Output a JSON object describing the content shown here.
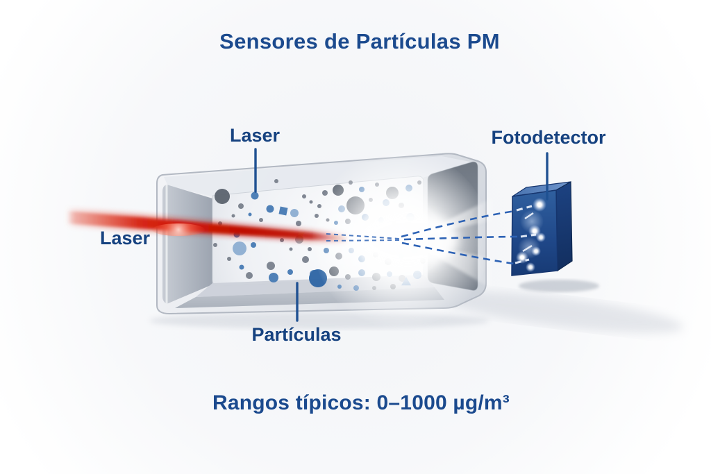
{
  "title": "Sensores de Partículas PM",
  "labels": {
    "laser_top": "Laser",
    "laser_left": "Laser",
    "photodetector": "Fotodetector",
    "particles": "Partículas"
  },
  "footer": {
    "range_text": "Rangos típicos: 0–1000 µg/m³"
  },
  "diagram": {
    "colors": {
      "text_primary": "#1b4a8e",
      "label_text": "#164280",
      "pointer_line": "#1f5192",
      "laser_red": "#d01708",
      "scatter_dash_blue": "#2e63b5",
      "detector_front_blue": "#24509a",
      "chamber_shell_gray": "#d8dce3",
      "chamber_end_panel_gray": "#7b838e",
      "background": "#ffffff"
    },
    "particle_colors": {
      "g": "#7b828e",
      "G": "#5d6570",
      "b": "#497cb5",
      "B": "#2f66a5",
      "l": "#8fafd2",
      "t": "#9fa6b0"
    },
    "particles": [
      [
        320,
        283,
        11,
        "G"
      ],
      [
        367,
        282,
        5.5,
        "b"
      ],
      [
        398,
        261,
        3,
        "g"
      ],
      [
        347,
        297,
        4,
        "g"
      ],
      [
        389,
        301,
        5.5,
        "b"
      ],
      [
        424,
        307,
        6,
        "l"
      ],
      [
        408,
        304,
        5.5,
        "b",
        "sq"
      ],
      [
        438,
        283,
        3,
        "g"
      ],
      [
        468,
        278,
        4,
        "g"
      ],
      [
        487,
        274,
        8,
        "G"
      ],
      [
        505,
        263,
        3,
        "g"
      ],
      [
        521,
        273,
        4,
        "b"
      ],
      [
        543,
        266,
        3,
        "g"
      ],
      [
        565,
        278,
        9,
        "G"
      ],
      [
        589,
        271,
        5,
        "b"
      ],
      [
        604,
        263,
        3,
        "g"
      ],
      [
        556,
        292,
        5,
        "b"
      ],
      [
        578,
        296,
        4,
        "g"
      ],
      [
        534,
        288,
        3,
        "g"
      ],
      [
        512,
        296,
        13,
        "G"
      ],
      [
        492,
        301,
        5,
        "l"
      ],
      [
        460,
        297,
        3,
        "g"
      ],
      [
        448,
        291,
        2.5,
        "g"
      ],
      [
        430,
        322,
        4,
        "g"
      ],
      [
        456,
        311,
        3,
        "g"
      ],
      [
        472,
        317,
        2.5,
        "g"
      ],
      [
        484,
        321,
        3,
        "b"
      ],
      [
        501,
        319,
        4,
        "g"
      ],
      [
        526,
        313,
        5,
        "b"
      ],
      [
        549,
        317,
        4,
        "l"
      ],
      [
        567,
        321,
        3,
        "g"
      ],
      [
        591,
        313,
        6,
        "b"
      ],
      [
        606,
        331,
        4,
        "b"
      ],
      [
        317,
        322,
        3,
        "g"
      ],
      [
        341,
        338,
        4.5,
        "b"
      ],
      [
        310,
        353,
        3,
        "g"
      ],
      [
        345,
        358,
        10,
        "l"
      ],
      [
        365,
        353,
        4,
        "b"
      ],
      [
        330,
        373,
        3,
        "g"
      ],
      [
        348,
        385,
        3.5,
        "b"
      ],
      [
        359,
        397,
        5,
        "g"
      ],
      [
        390,
        383,
        6,
        "g"
      ],
      [
        394,
        400,
        7,
        "b"
      ],
      [
        418,
        392,
        4,
        "b"
      ],
      [
        440,
        374,
        5,
        "g"
      ],
      [
        452,
        395,
        6,
        "b"
      ],
      [
        431,
        345,
        6,
        "t"
      ],
      [
        446,
        359,
        3,
        "g"
      ],
      [
        470,
        361,
        4,
        "b"
      ],
      [
        488,
        369,
        5,
        "g"
      ],
      [
        506,
        361,
        4,
        "l"
      ],
      [
        521,
        373,
        5,
        "b"
      ],
      [
        541,
        367,
        4,
        "g"
      ],
      [
        559,
        377,
        5,
        "g"
      ],
      [
        578,
        369,
        4,
        "b"
      ],
      [
        597,
        361,
        5,
        "b"
      ],
      [
        609,
        376,
        4,
        "g"
      ],
      [
        481,
        391,
        7,
        "G"
      ],
      [
        458,
        401,
        13,
        "B"
      ],
      [
        501,
        399,
        4,
        "g"
      ],
      [
        521,
        393,
        5,
        "b"
      ],
      [
        542,
        399,
        6,
        "G"
      ],
      [
        561,
        395,
        4,
        "b"
      ],
      [
        579,
        401,
        5,
        "g"
      ],
      [
        513,
        415,
        4,
        "b"
      ],
      [
        489,
        413,
        3,
        "b"
      ],
      [
        539,
        415,
        3,
        "g"
      ],
      [
        566,
        413,
        4,
        "G"
      ],
      [
        585,
        406,
        7,
        "b",
        "tri"
      ],
      [
        601,
        396,
        6,
        "b"
      ],
      [
        419,
        359,
        2.5,
        "g"
      ],
      [
        406,
        346,
        3,
        "g"
      ],
      [
        376,
        317,
        3,
        "g"
      ],
      [
        360,
        309,
        2.5,
        "b"
      ],
      [
        336,
        311,
        2.5,
        "g"
      ]
    ]
  }
}
